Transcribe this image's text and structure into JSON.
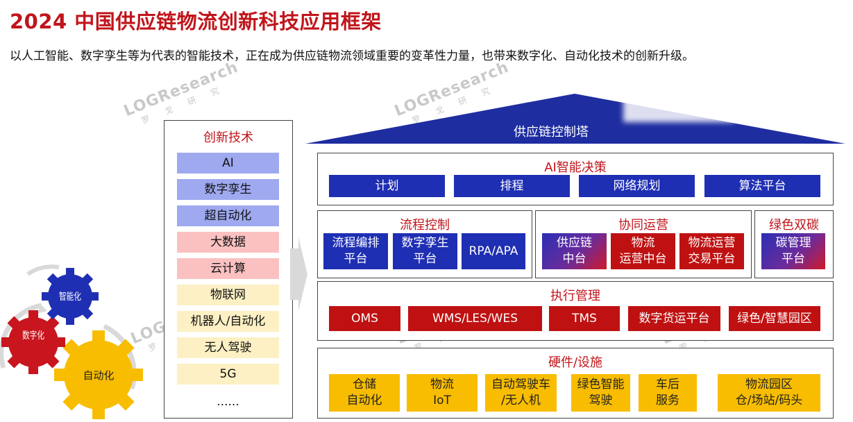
{
  "title": "2024 中国供应链物流创新科技应用框架",
  "subtitle": "以人工智能、数字孪生等为代表的智能技术，正在成为供应链物流领域重要的变革性力量，也带来数字化、自动化技术的创新升级。",
  "watermark": {
    "brand": "LOGResearch",
    "cn": "罗 戈 研 究"
  },
  "innovation": {
    "title": "创新技术",
    "items": [
      "AI",
      "数字孪生",
      "超自动化",
      "大数据",
      "云计算",
      "物联网",
      "机器人/自动化",
      "无人驾驶",
      "5G",
      "......"
    ],
    "colors": [
      "#9ea9f0",
      "#9ea9f0",
      "#9ea9f0",
      "#fbc1c1",
      "#fbc1c1",
      "#fdf0c4",
      "#fdf0c4",
      "#fdf0c4",
      "#fdf0c4",
      "transparent"
    ]
  },
  "gears": {
    "digital": "数字化",
    "intelligent": "智能化",
    "automation": "自动化"
  },
  "tower": {
    "label": "供应链控制塔"
  },
  "ai_decision": {
    "title": "AI智能决策",
    "items": [
      "计划",
      "排程",
      "网络规划",
      "算法平台"
    ]
  },
  "process_control": {
    "title": "流程控制",
    "items": [
      "流程编排\n平台",
      "数字孪生\n平台",
      "RPA/APA"
    ]
  },
  "collab_ops": {
    "title": "协同运营",
    "items": [
      "供应链\n中台",
      "物流\n运营中台",
      "物流运营\n交易平台"
    ]
  },
  "green": {
    "title": "绿色双碳",
    "items": [
      "碳管理\n平台"
    ]
  },
  "execution": {
    "title": "执行管理",
    "items": [
      "OMS",
      "WMS/LES/WES",
      "TMS",
      "数字货运平台",
      "绿色/智慧园区"
    ]
  },
  "hardware": {
    "title": "硬件/设施",
    "items": [
      "仓储\n自动化",
      "物流\nIoT",
      "自动驾驶车\n/无人机",
      "绿色智能\n驾驶",
      "车后\n服务",
      "物流园区\n仓/场站/码头"
    ]
  },
  "colors": {
    "accent_red": "#c0151b",
    "blue": "#1f2fb3",
    "red": "#bf1111",
    "yellow": "#f8bd00",
    "roof": "#1e2da0"
  }
}
